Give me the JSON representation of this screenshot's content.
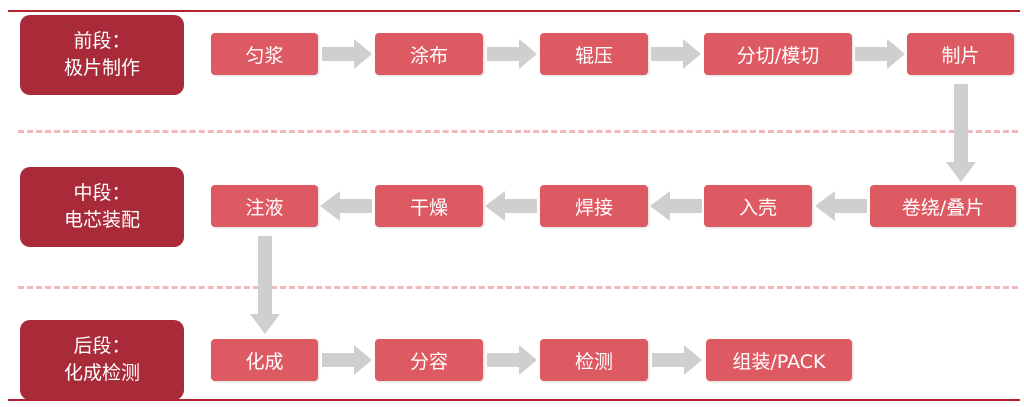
{
  "stages": [
    {
      "title": "前段：",
      "subtitle": "极片制作"
    },
    {
      "title": "中段：",
      "subtitle": "电芯装配"
    },
    {
      "title": "后段：",
      "subtitle": "化成检测"
    }
  ],
  "rows": [
    {
      "steps": [
        "匀浆",
        "涂布",
        "辊压",
        "分切/模切",
        "制片"
      ]
    },
    {
      "steps": [
        "注液",
        "干燥",
        "焊接",
        "入壳",
        "卷绕/叠片"
      ]
    },
    {
      "steps": [
        "化成",
        "分容",
        "检测",
        "组装/PACK"
      ]
    }
  ],
  "colors": {
    "accent": "#b3202e",
    "stage_box": "#a92a39",
    "step_box": "#de5a63",
    "arrow": "#cfcfcf",
    "divider": "#f1b9bd"
  },
  "icons": {
    "flow_arrow": "block-arrow-icon"
  }
}
